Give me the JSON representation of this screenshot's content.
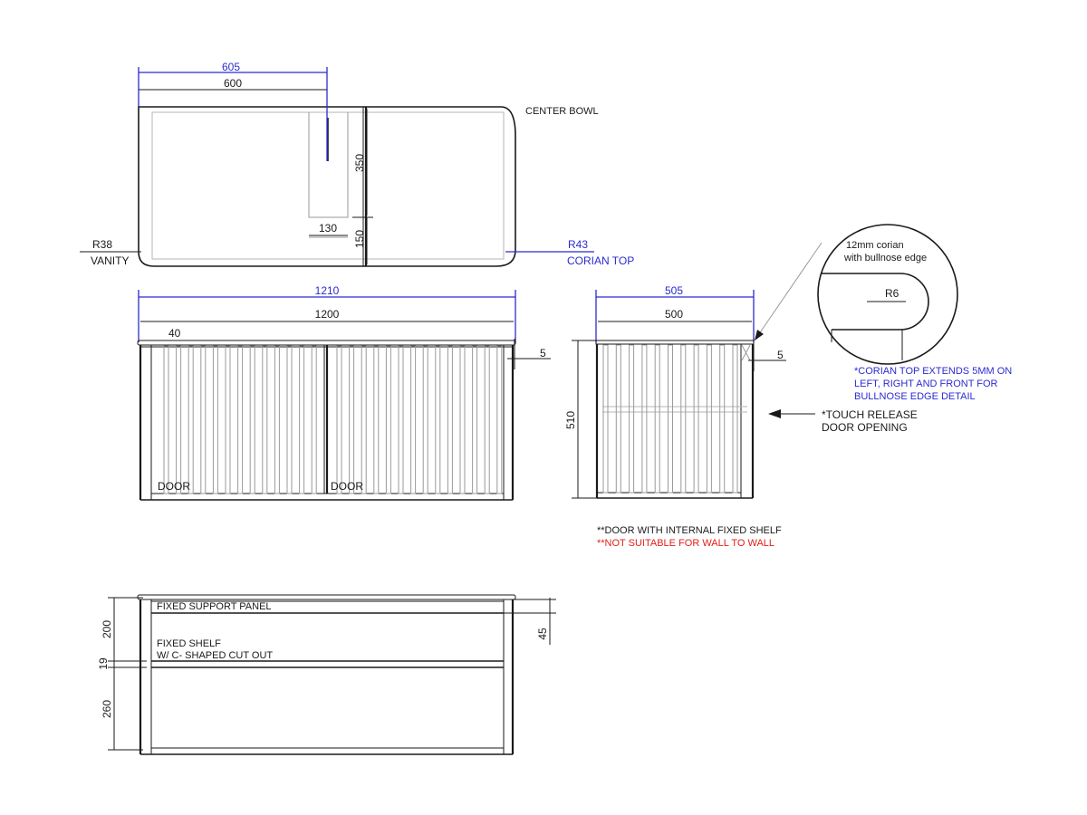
{
  "colors": {
    "line": "#1a1a1a",
    "blue": "#2b2bd0",
    "red": "#e0201a",
    "grey": "#9a9a9a"
  },
  "plan": {
    "dim_605": "605",
    "dim_600": "600",
    "center_bowl": "CENTER BOWL",
    "dim_350": "350",
    "dim_130": "130",
    "dim_150": "150",
    "r38": "R38",
    "vanity": "VANITY",
    "r43": "R43",
    "corian_top": "CORIAN TOP"
  },
  "front": {
    "dim_1210": "1210",
    "dim_1200": "1200",
    "dim_40": "40",
    "dim_5": "5",
    "door_left": "DOOR",
    "door_right": "DOOR"
  },
  "side": {
    "dim_505": "505",
    "dim_500": "500",
    "dim_510": "510",
    "dim_5": "5",
    "touch_release_1": "*TOUCH RELEASE",
    "touch_release_2": "DOOR OPENING"
  },
  "detail": {
    "label_1": "12mm corian",
    "label_2": "with bullnose edge",
    "r6": "R6",
    "note_1": "*CORIAN TOP EXTENDS 5MM ON",
    "note_2": "LEFT, RIGHT AND FRONT FOR",
    "note_3": "BULLNOSE EDGE DETAIL"
  },
  "notes": {
    "internal_shelf": "**DOOR WITH INTERNAL FIXED SHELF",
    "not_suitable": "**NOT SUITABLE FOR WALL TO WALL"
  },
  "section": {
    "fixed_support": "FIXED SUPPORT PANEL",
    "fixed_shelf_1": "FIXED SHELF",
    "fixed_shelf_2": "W/ C- SHAPED CUT OUT",
    "dim_200": "200",
    "dim_19": "19",
    "dim_260": "260",
    "dim_45": "45"
  }
}
